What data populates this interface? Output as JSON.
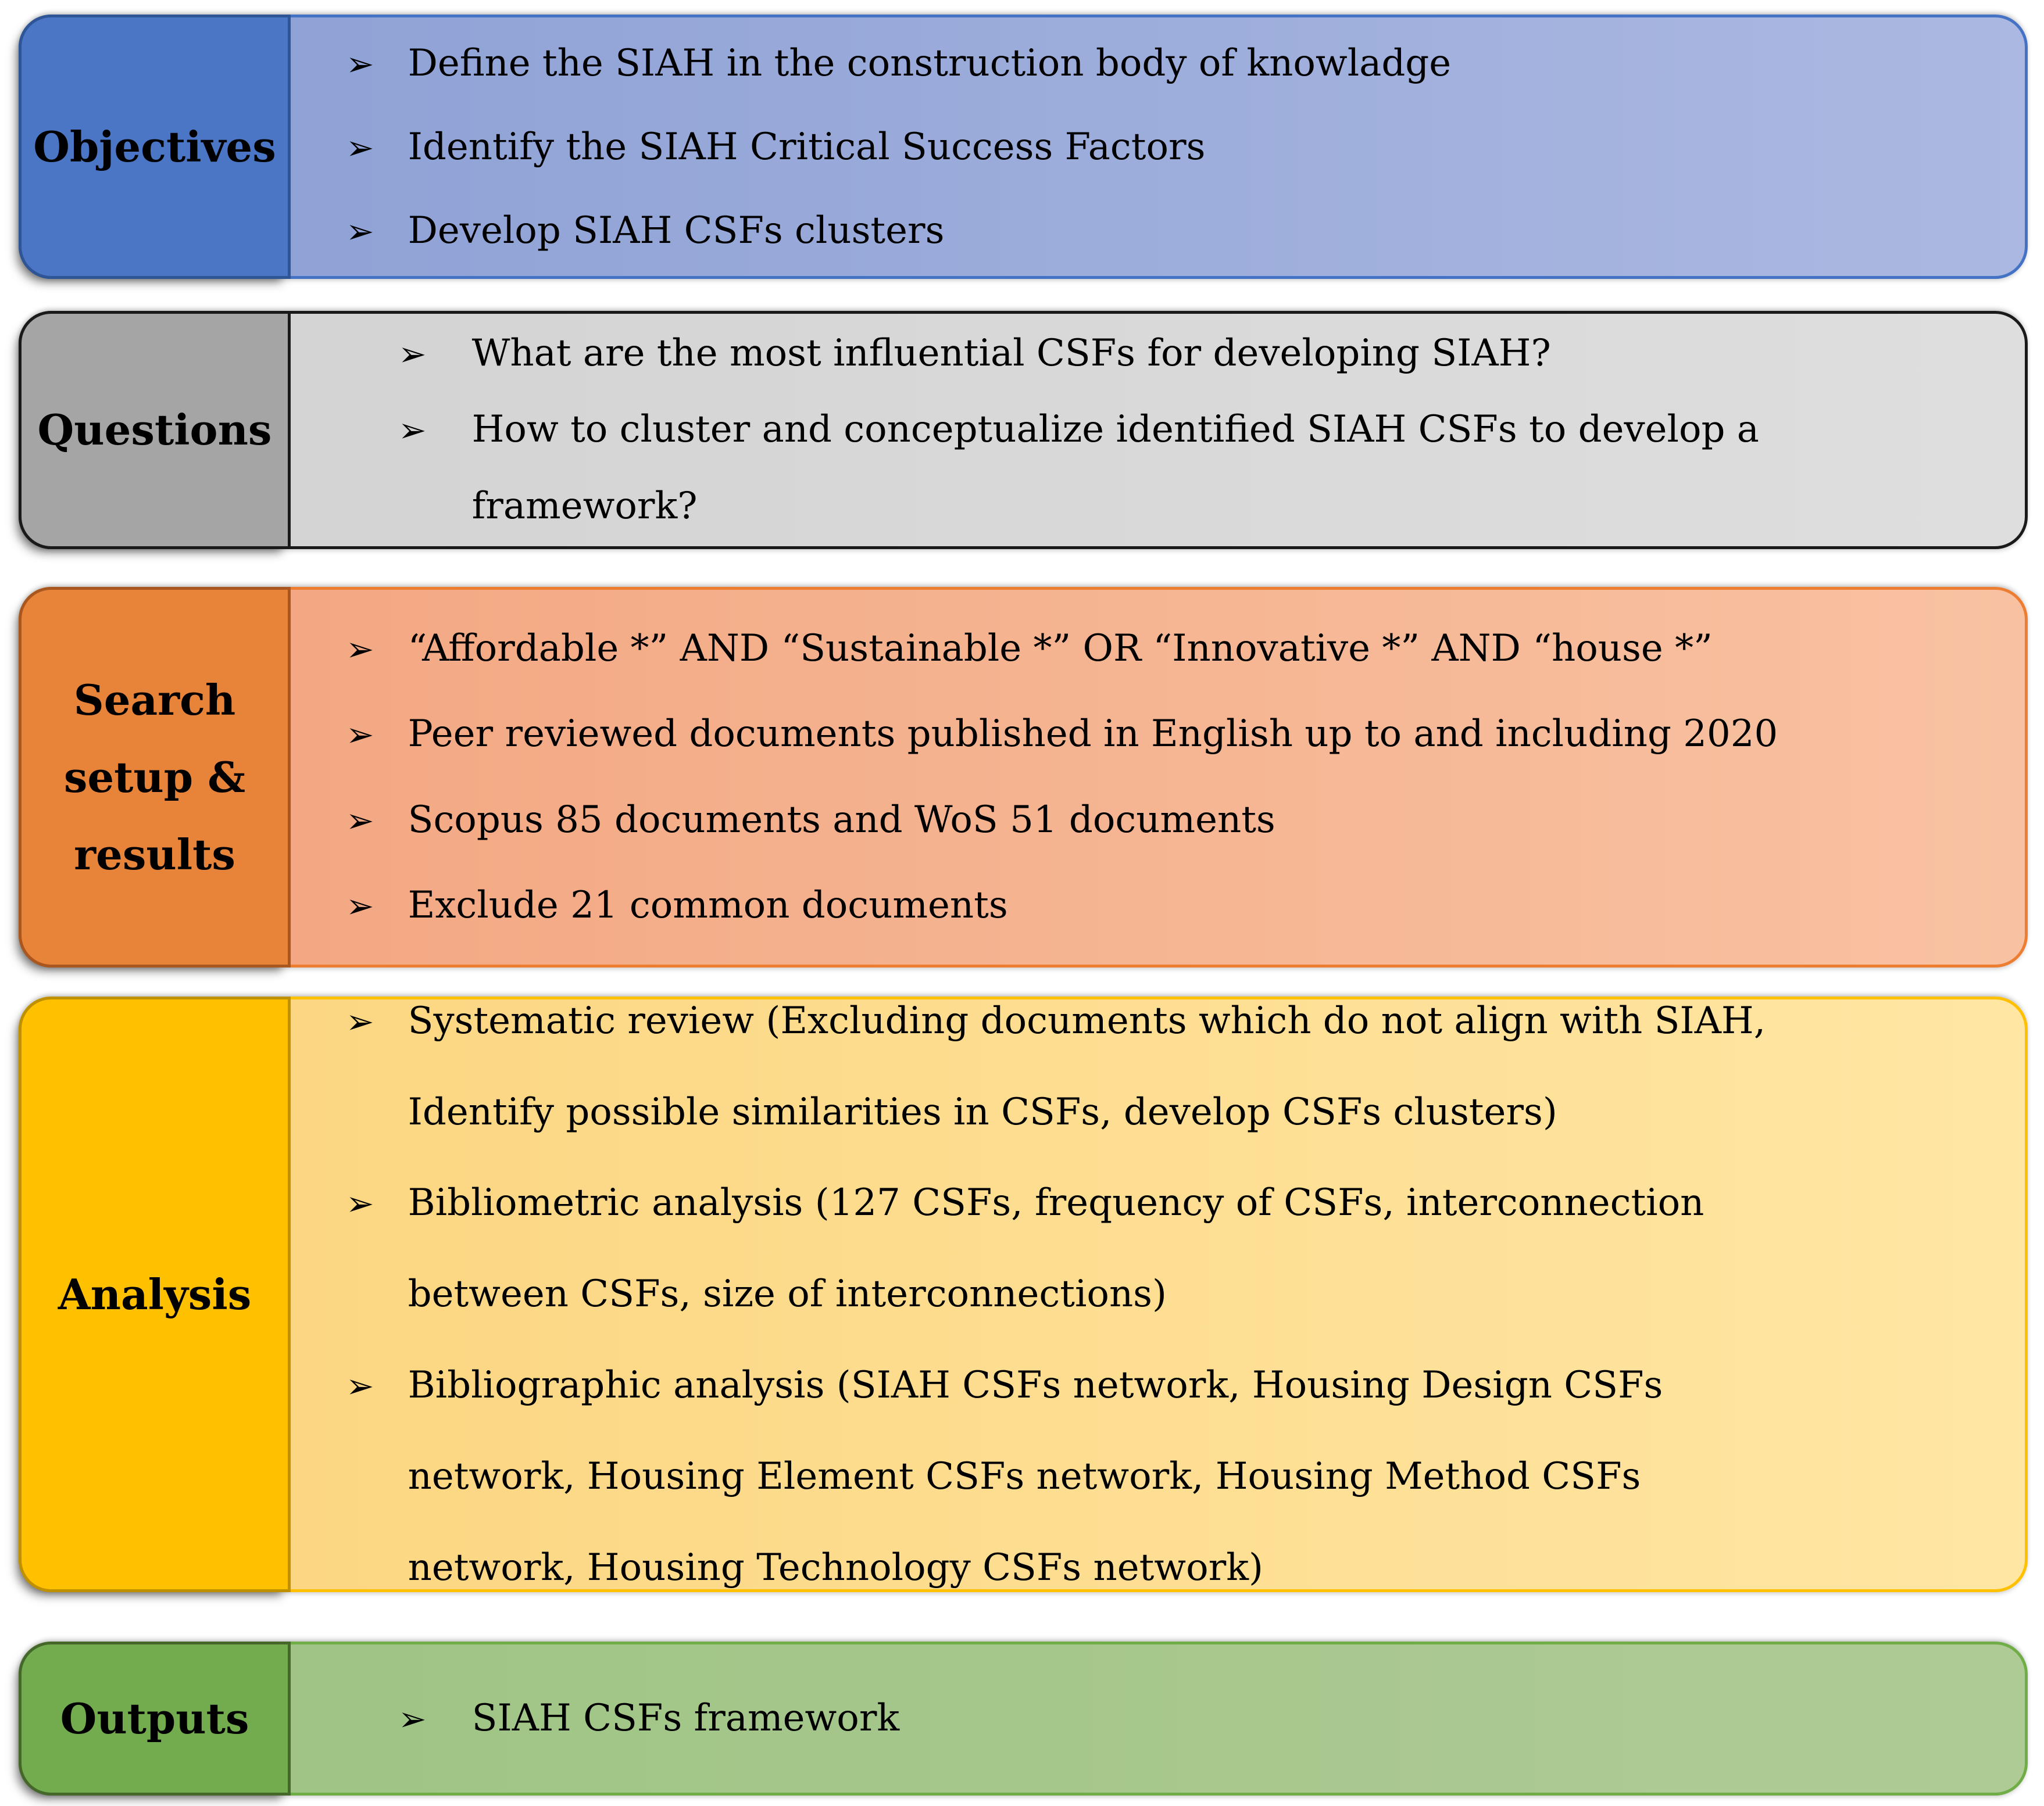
{
  "bullet": "➢",
  "palette": {
    "objectives": {
      "row_border": "#4472C4",
      "label_bg": "#4B76C6",
      "label_border": "#2E5596",
      "content_left": "#8B9FD4",
      "content_right": "#ABB8E1"
    },
    "questions": {
      "row_border": "#1A1A1A",
      "label_bg": "#A5A5A5",
      "label_border": "#1A1A1A",
      "content_left": "#D2D2D2",
      "content_right": "#DEDEDE"
    },
    "search": {
      "row_border": "#ED7D31",
      "label_bg": "#E8833A",
      "label_border": "#A9571E",
      "content_left": "#F2A47E",
      "content_right": "#F8C2A2"
    },
    "analysis": {
      "row_border": "#FFC000",
      "label_bg": "#FFC000",
      "label_border": "#BF9000",
      "content_left": "#FBD47D",
      "content_right": "#FFE6A3"
    },
    "outputs": {
      "row_border": "#70AD47",
      "label_bg": "#72AC4E",
      "label_border": "#45682A",
      "content_left": "#9DC383",
      "content_right": "#AFCB95"
    }
  },
  "rows": [
    {
      "label": "Objectives",
      "items": [
        {
          "text": "Define the SIAH in the construction body of knowladge"
        },
        {
          "text": "Identify the SIAH Critical Success Factors"
        },
        {
          "text": "Develop SIAH CSFs clusters"
        }
      ]
    },
    {
      "label": "Questions",
      "items": [
        {
          "text": "What are the most influential CSFs for developing SIAH?"
        },
        {
          "text": "How to cluster and conceptualize identified SIAH CSFs to develop a\nframework?"
        }
      ]
    },
    {
      "label": "Search\nsetup &\nresults",
      "items": [
        {
          "text": "“Affordable *” AND “Sustainable *” OR “Innovative *” AND “house *”"
        },
        {
          "text": "Peer reviewed documents published in English up to and including 2020"
        },
        {
          "text": "Scopus 85 documents and WoS 51 documents"
        },
        {
          "text": "Exclude 21 common documents"
        }
      ]
    },
    {
      "label": "Analysis",
      "items": [
        {
          "text": "Systematic review (Excluding documents which do not align with SIAH,\nIdentify possible similarities in CSFs, develop CSFs clusters)"
        },
        {
          "text": "Bibliometric analysis (127 CSFs, frequency of CSFs, interconnection\nbetween CSFs, size of interconnections)"
        },
        {
          "text": "Bibliographic analysis (SIAH CSFs network, Housing Design CSFs\nnetwork, Housing Element CSFs network, Housing Method CSFs\nnetwork, Housing Technology CSFs network)"
        }
      ]
    },
    {
      "label": "Outputs",
      "items": [
        {
          "text": "SIAH CSFs framework"
        }
      ]
    }
  ]
}
